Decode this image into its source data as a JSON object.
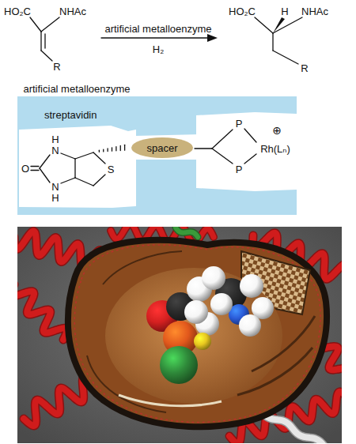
{
  "diagram": {
    "nodes": [
      {
        "text": [
          "streptavidin"
        ]
      },
      {
        "text": [
          "spacer"
        ],
        "in": 0
      }
    ],
    "labels": [
      "HO₂C",
      "NHAc",
      "R",
      "artificial metalloenzyme",
      "H₂",
      "HO₂C",
      "H",
      "NHAc",
      "R",
      "artificial metalloenzyme",
      "H",
      "N",
      "O",
      "N",
      "H",
      "S",
      "P",
      "P",
      "Rh(Lₙ)",
      "⊕"
    ]
  }
}
